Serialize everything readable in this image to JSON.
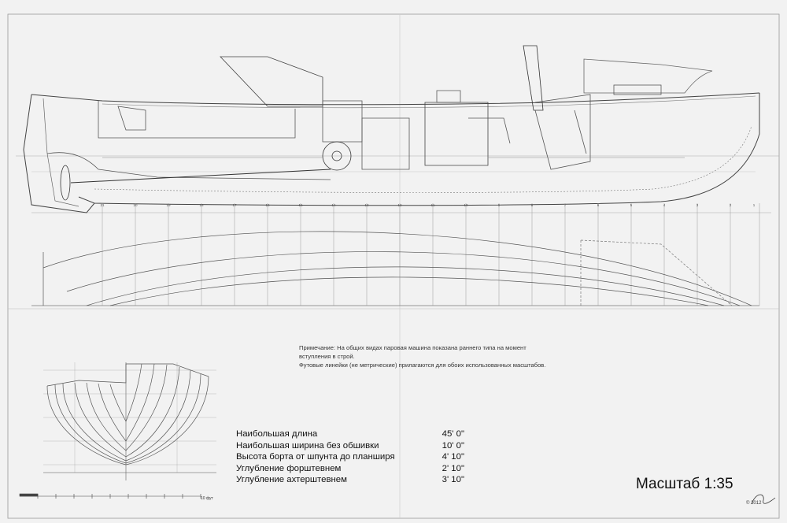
{
  "note": {
    "line1": "Примечание: На общих видах паровая машина показана раннего типа на момент",
    "line2": "вступления в строй.",
    "line3": "Футовые линейки (не метрические) прилагаются для обоих  использованных масштабов."
  },
  "specs": [
    {
      "label": "Наибольшая длина",
      "value": "45' 0\""
    },
    {
      "label": "Наибольшая ширина без обшивки",
      "value": "10' 0\""
    },
    {
      "label": "Высота борта от шпунта до планширя",
      "value": "4' 10\""
    },
    {
      "label": "Углубление форштевнем",
      "value": "2' 10\""
    },
    {
      "label": "Углубление ахтерштевнем",
      "value": "3' 10\""
    }
  ],
  "scale_label": "Масштаб 1:35",
  "scale_bar_unit": "10 фут",
  "signature_year": "© 2012",
  "frame_numbers": [
    "21",
    "20",
    "19",
    "18",
    "17",
    "16",
    "15",
    "14",
    "13",
    "12",
    "11",
    "10",
    "9",
    "8",
    "7",
    "6",
    "5",
    "4",
    "3",
    "2",
    "1"
  ],
  "colors": {
    "paper": "#f2f2f2",
    "line": "#555555",
    "ink": "#111111"
  }
}
